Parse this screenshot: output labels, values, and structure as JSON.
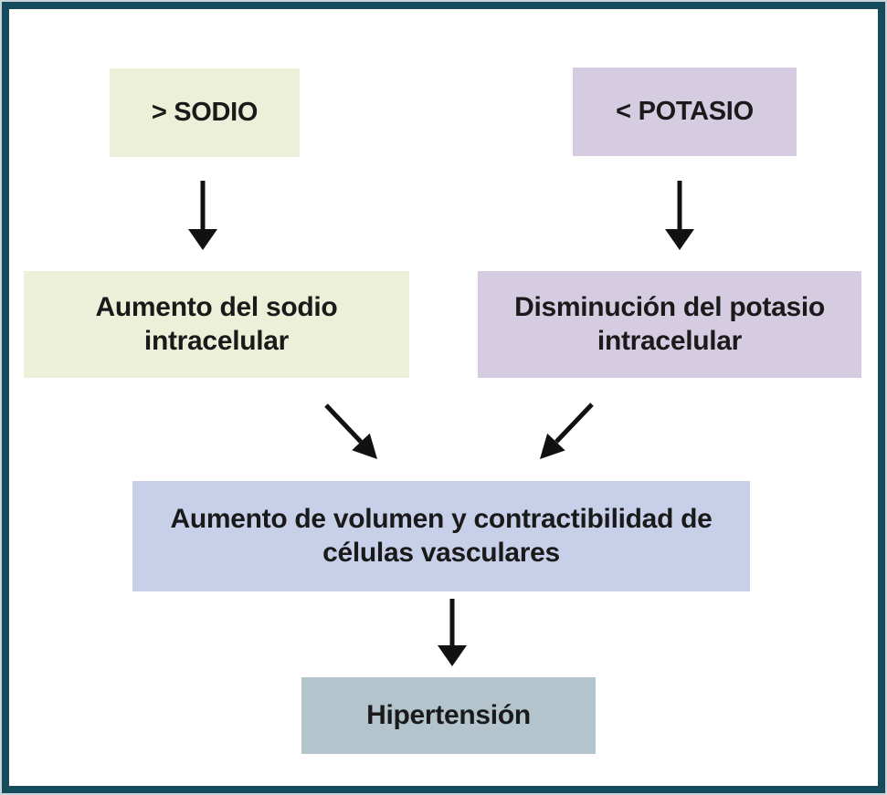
{
  "figure": {
    "type": "flowchart",
    "description": "Mechanism linking dietary sodium and potassium to hypertension"
  },
  "colors": {
    "frame_border": "#154b5c",
    "outer_edge": "#c9d5da",
    "background": "#ffffff",
    "node_green": "#edf0d8",
    "node_purple": "#d5cce1",
    "node_blue": "#c8cfe9",
    "node_slate": "#b3c4cc",
    "text": "#1a1a1a",
    "arrow": "#111111"
  },
  "nodes": {
    "sodio": {
      "label": "> SODIO"
    },
    "potasio": {
      "label": "< POTASIO"
    },
    "sodio_intracelular": {
      "label": "Aumento del sodio intracelular"
    },
    "potasio_intracelular": {
      "label": "Disminución del potasio intracelular"
    },
    "volumen": {
      "label": "Aumento de volumen y contractibilidad de células vasculares"
    },
    "hipertension": {
      "label": "Hipertensión"
    }
  },
  "arrows": [
    {
      "from": "sodio",
      "to": "sodio_intracelular",
      "direction": "down"
    },
    {
      "from": "potasio",
      "to": "potasio_intracelular",
      "direction": "down"
    },
    {
      "from": "sodio_intracelular",
      "to": "volumen",
      "direction": "down-right"
    },
    {
      "from": "potasio_intracelular",
      "to": "volumen",
      "direction": "down-left"
    },
    {
      "from": "volumen",
      "to": "hipertension",
      "direction": "down"
    }
  ]
}
